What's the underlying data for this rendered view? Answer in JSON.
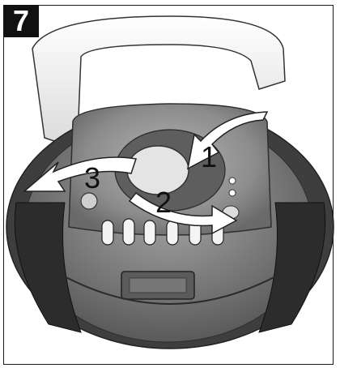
{
  "step": "7",
  "labels": {
    "arrow_1": "1",
    "arrow_2": "2",
    "arrow_3": "3"
  },
  "colors": {
    "body_dark": "#3e3e3e",
    "body_mid": "#6e6e6e",
    "body_light": "#9a9a9a",
    "handle": "#f2f2f2",
    "arrow_fill": "#ffffff",
    "badge": "#111111"
  }
}
